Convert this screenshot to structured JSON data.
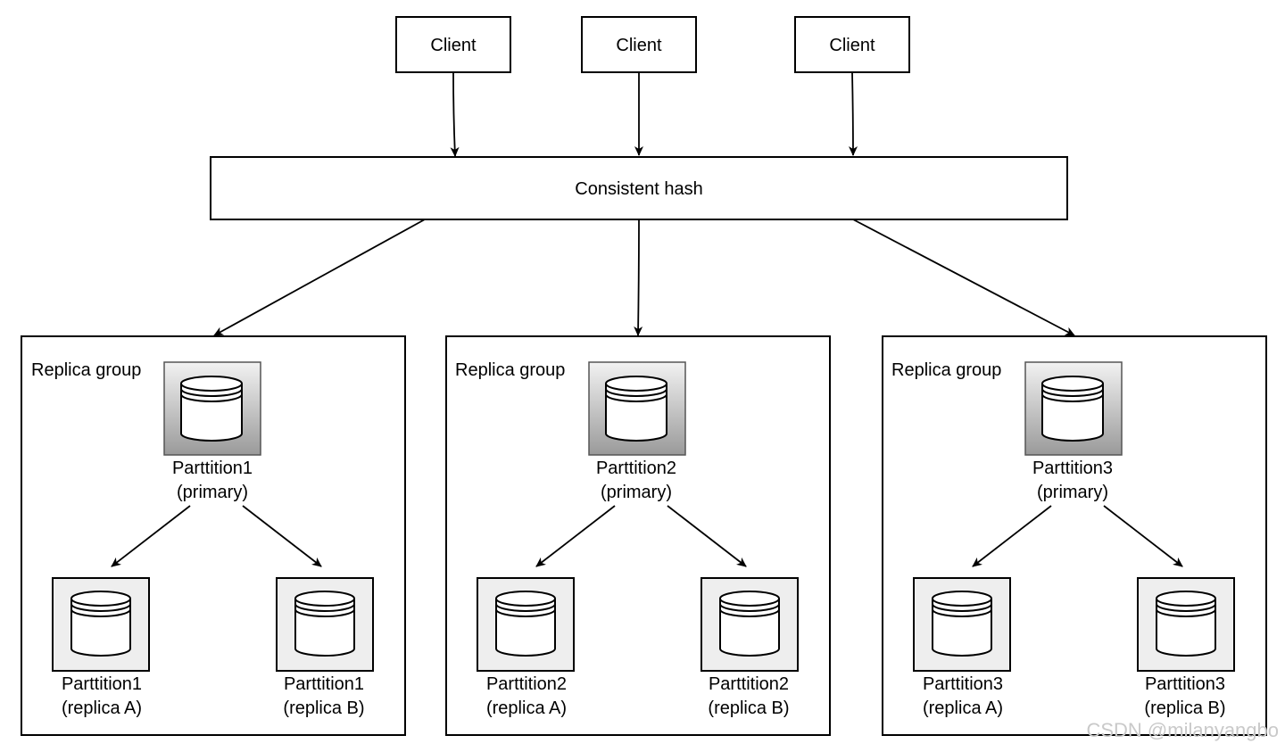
{
  "clients": [
    {
      "label": "Client"
    },
    {
      "label": "Client"
    },
    {
      "label": "Client"
    }
  ],
  "router": {
    "label": "Consistent hash"
  },
  "groups": [
    {
      "title": "Replica group",
      "primary": {
        "name": "Parttition1",
        "role": "(primary)"
      },
      "replicas": [
        {
          "name": "Parttition1",
          "role": "(replica A)"
        },
        {
          "name": "Parttition1",
          "role": "(replica B)"
        }
      ]
    },
    {
      "title": "Replica group",
      "primary": {
        "name": "Parttition2",
        "role": "(primary)"
      },
      "replicas": [
        {
          "name": "Parttition2",
          "role": "(replica A)"
        },
        {
          "name": "Parttition2",
          "role": "(replica B)"
        }
      ]
    },
    {
      "title": "Replica group",
      "primary": {
        "name": "Parttition3",
        "role": "(primary)"
      },
      "replicas": [
        {
          "name": "Parttition3",
          "role": "(replica A)"
        },
        {
          "name": "Parttition3",
          "role": "(replica B)"
        }
      ]
    }
  ],
  "watermark": "CSDN @milanyangbo",
  "icons": {
    "database": "database-icon"
  },
  "colors": {
    "line": "#000000",
    "primary_gradient_top": "#f2f2f2",
    "primary_gradient_bottom": "#9a9a9a",
    "replica_fill": "#eeeeee"
  }
}
